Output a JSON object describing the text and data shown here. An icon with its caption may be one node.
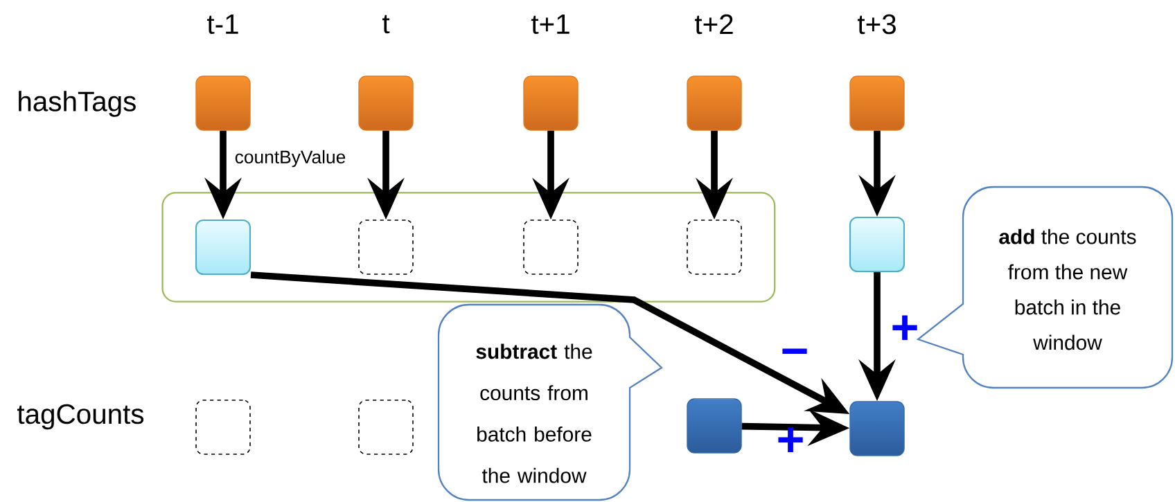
{
  "diagram": {
    "nodes": [
      {
        "text": [],
        "shape": "box"
      },
      {
        "text": [],
        "shape": "box"
      },
      {
        "text": [],
        "shape": "box"
      },
      {
        "text": [],
        "shape": "box"
      },
      {
        "text": [],
        "shape": "box"
      },
      {
        "text": [],
        "shape": "box"
      },
      {
        "text": [],
        "shape": "box",
        "in": 5
      },
      {
        "text": [],
        "shape": "box",
        "in": 5
      },
      {
        "text": [],
        "shape": "box",
        "in": 5
      },
      {
        "text": [],
        "shape": "box",
        "in": 5
      },
      {
        "text": [],
        "shape": "box"
      },
      {
        "text": [],
        "shape": "box"
      },
      {
        "text": [],
        "shape": "box"
      },
      {
        "text": [],
        "shape": "box"
      },
      {
        "text": [],
        "shape": "box"
      },
      {
        "text": [
          "**subtract** the counts from batch before the window"
        ]
      },
      {
        "text": [
          "**add** the counts from the new batch in the window"
        ]
      }
    ],
    "edges": [
      {
        "from": 0,
        "to": 6,
        "arrow": "to",
        "label": "countByValue"
      },
      {
        "from": 1,
        "to": 7,
        "arrow": "to"
      },
      {
        "from": 2,
        "to": 8,
        "arrow": "to"
      },
      {
        "from": 3,
        "to": 9,
        "arrow": "to"
      },
      {
        "from": 4,
        "to": 10,
        "arrow": "to"
      },
      {
        "from": 6,
        "to": 14,
        "arrow": "to"
      },
      {
        "from": 10,
        "to": 14,
        "arrow": "to"
      },
      {
        "from": 13,
        "to": 14,
        "arrow": "to"
      }
    ],
    "labels": [
      "t-1",
      "t",
      "t+1",
      "t+2",
      "t+3",
      "hashTags",
      "+",
      "−",
      "tagCounts",
      "+"
    ]
  }
}
